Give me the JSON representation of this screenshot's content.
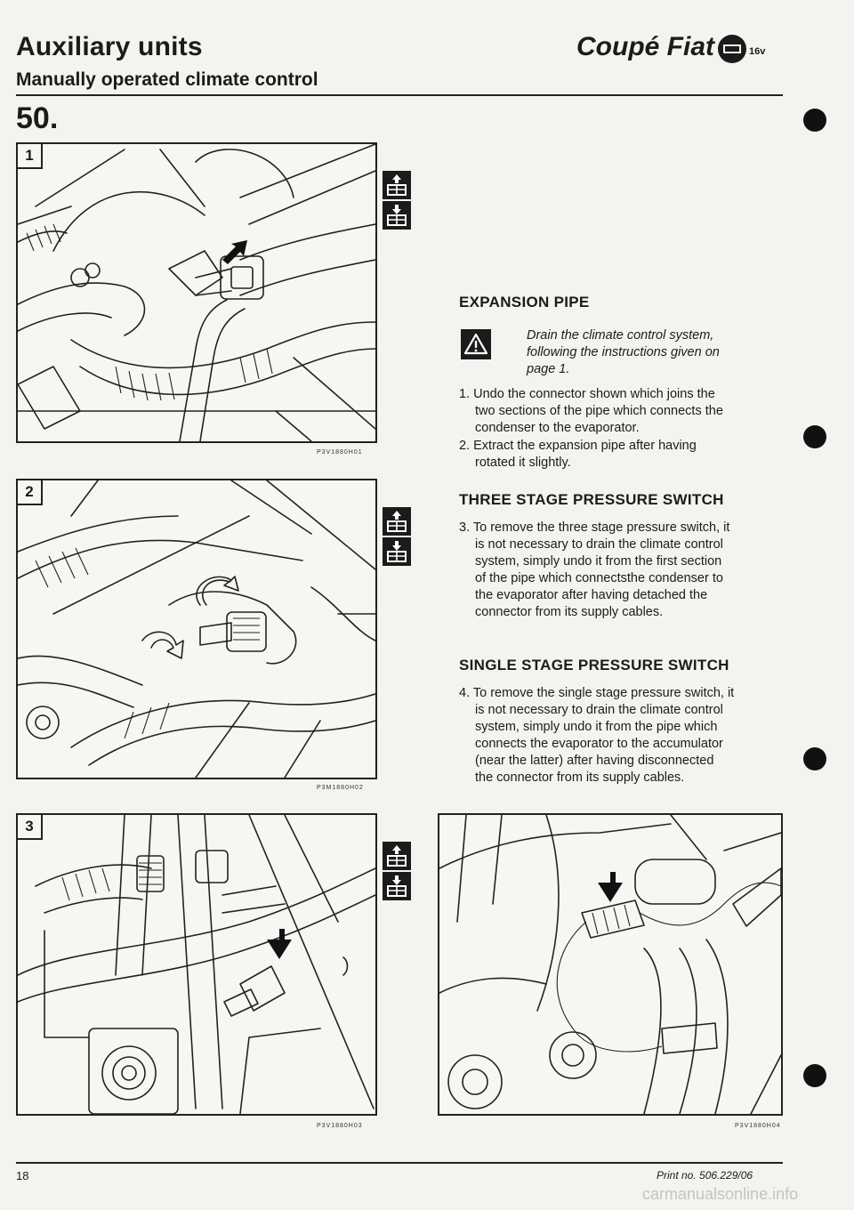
{
  "header": {
    "section_title": "Auxiliary units",
    "section_subtitle": "Manually operated climate control",
    "brand": "Coupé Fiat",
    "brand_mark": "16v",
    "page_label": "50."
  },
  "figures": [
    {
      "number": "1",
      "code": "P3V1880H01"
    },
    {
      "number": "2",
      "code": "P3M1880H02"
    },
    {
      "number": "3",
      "code": "P3V1880H03"
    },
    {
      "number": "",
      "code": "P3V1880H04"
    }
  ],
  "icons": {
    "removal": "remove-icon",
    "refit": "refit-icon",
    "warning": "warning-icon"
  },
  "content": {
    "expansion_heading": "EXPANSION PIPE",
    "warning_text": "Drain the climate control system, following the instructions given on page 1.",
    "step1": "1. Undo the connector shown which joins the two sections of the pipe which connects the condenser to the evaporator.",
    "step2": "2. Extract the expansion pipe after having rotated it slightly.",
    "three_stage_heading": "THREE STAGE PRESSURE SWITCH",
    "step3": "3. To remove the three stage pressure switch, it is not necessary to drain the climate control system, simply undo it from the first section of the pipe which connectsthe condenser to the evaporator after having detached the connector from its supply cables.",
    "single_stage_heading": "SINGLE STAGE PRESSURE SWITCH",
    "step4": "4. To remove the single stage pressure switch, it is not necessary to drain the climate control system, simply undo it from the pipe which connects the evaporator to the accumulator (near the latter) after having disconnected the connector from its supply cables."
  },
  "footer": {
    "page_number": "18",
    "print_number": "Print no. 506.229/06",
    "watermark": "carmanualsonline.info"
  }
}
